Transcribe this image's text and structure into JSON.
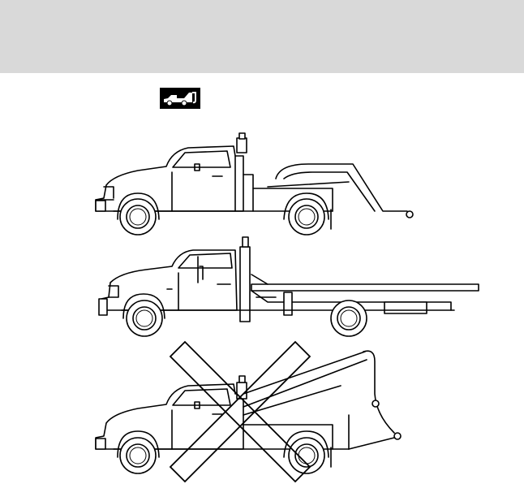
{
  "page": {
    "header_band_color": "#d9d9d9"
  },
  "icons": {
    "tow_truck_symbol": "tow-truck-icon"
  },
  "figures": [
    {
      "name": "wheel-lift-tow-truck",
      "recommended": true
    },
    {
      "name": "flatbed-tow-truck",
      "recommended": true
    },
    {
      "name": "sling-type-tow-truck",
      "recommended": false,
      "marker": "x-cross"
    }
  ]
}
